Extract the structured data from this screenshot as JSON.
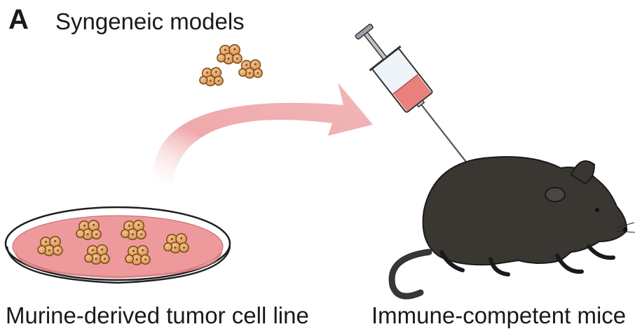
{
  "panel": {
    "letter": "A",
    "title": "Syngeneic models"
  },
  "labels": {
    "left": "Murine-derived tumor cell line",
    "right": "Immune-competent mice"
  },
  "colors": {
    "dish_fill": "#ee9a9c",
    "dish_rim": "#1f1f1f",
    "cell_fill": "#e3a868",
    "cell_outline": "#7a4a1e",
    "arrow": "#ec9a9c",
    "syringe_liquid": "#e8807e",
    "mouse": "#3a3733"
  },
  "icons": [
    "petri-dish-icon",
    "tumor-cell-cluster-icon",
    "curved-arrow-icon",
    "syringe-icon",
    "mouse-icon"
  ]
}
